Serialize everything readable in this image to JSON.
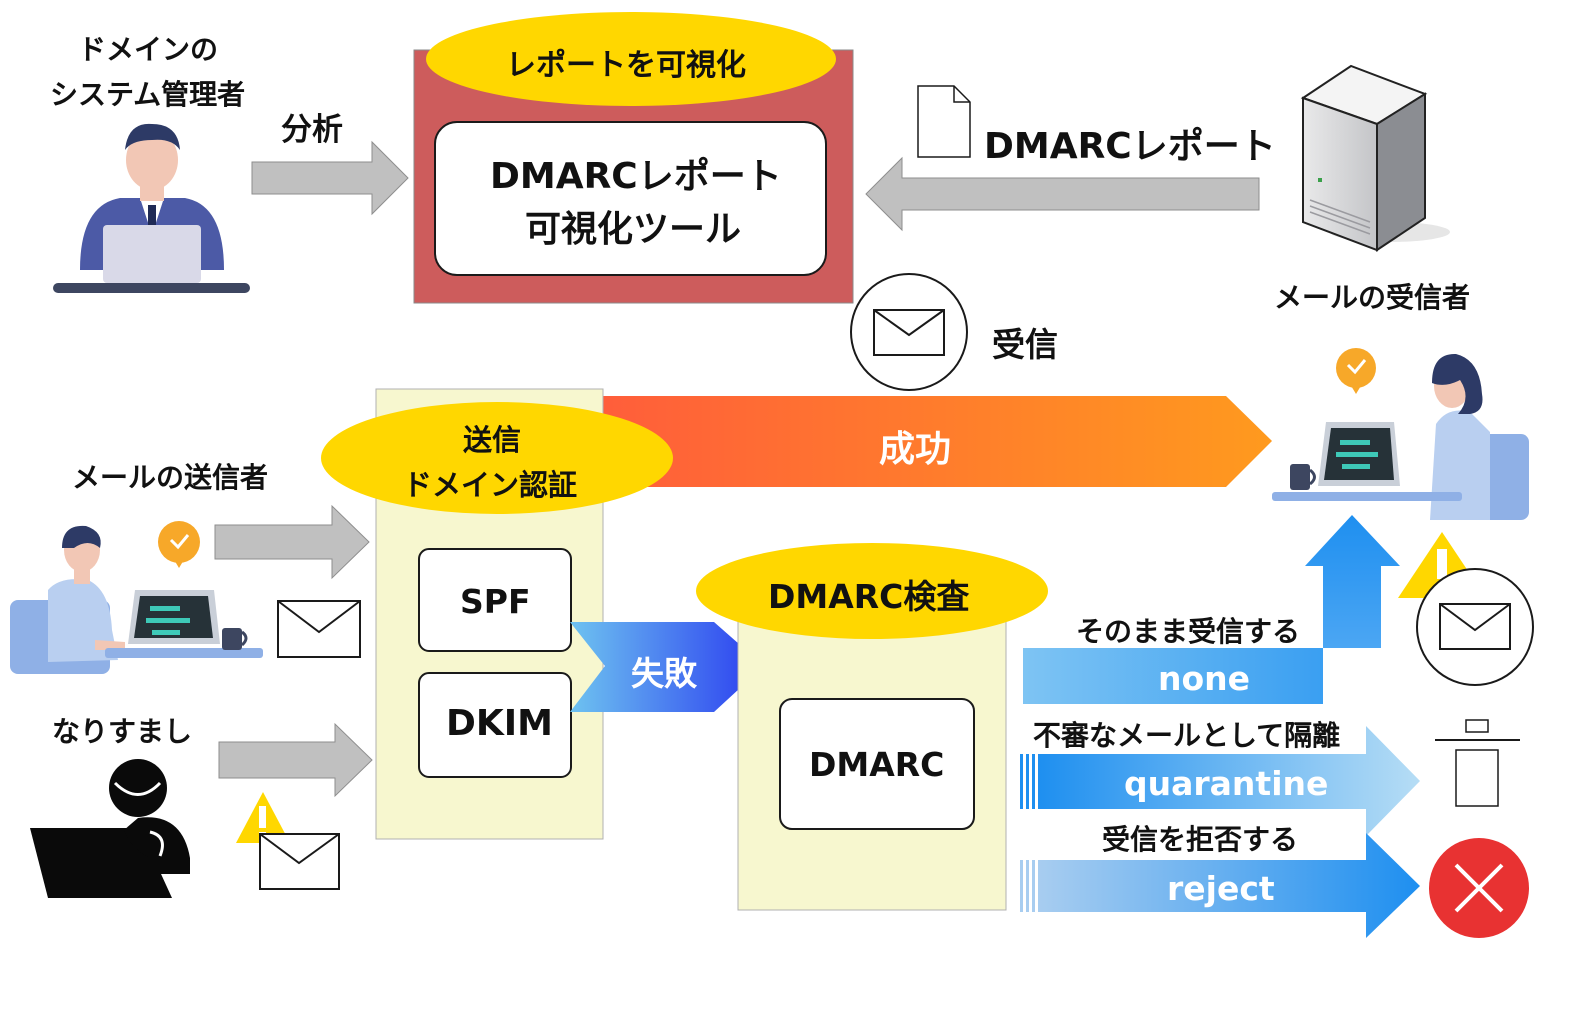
{
  "admin": {
    "line1": "ドメインの",
    "line2": "システム管理者",
    "action": "分析"
  },
  "viz": {
    "badge": "レポートを可視化",
    "tool_line1": "DMARCレポート",
    "tool_line2": "可視化ツール"
  },
  "report": {
    "label": "DMARCレポート"
  },
  "receiver": {
    "label": "メールの受信者",
    "receive_label": "受信"
  },
  "sender": {
    "label": "メールの送信者"
  },
  "spoof": {
    "label": "なりすまし"
  },
  "auth": {
    "badge_line1": "送信",
    "badge_line2": "ドメイン認証",
    "spf": "SPF",
    "dkim": "DKIM"
  },
  "success": {
    "label": "成功"
  },
  "fail": {
    "label": "失敗"
  },
  "dmarc": {
    "badge": "DMARC検査",
    "box": "DMARC"
  },
  "policies": [
    {
      "caption": "そのまま受信する",
      "value": "none"
    },
    {
      "caption": "不審なメールとして隔離",
      "value": "quarantine"
    },
    {
      "caption": "受信を拒否する",
      "value": "reject"
    }
  ],
  "colors": {
    "viz_panel": "#cd5c5c",
    "badge_yellow": "#ffd700",
    "panel_cream": "#f7f7cf",
    "gray_arrow": "#c0c0c0",
    "success_start": "#ff5a3c",
    "success_end": "#ff9a1e",
    "fail_blue": "#2a3cf0",
    "policy_blue": "#1e8ff0",
    "reject_red": "#e83232",
    "warning_yellow": "#ffd700"
  }
}
